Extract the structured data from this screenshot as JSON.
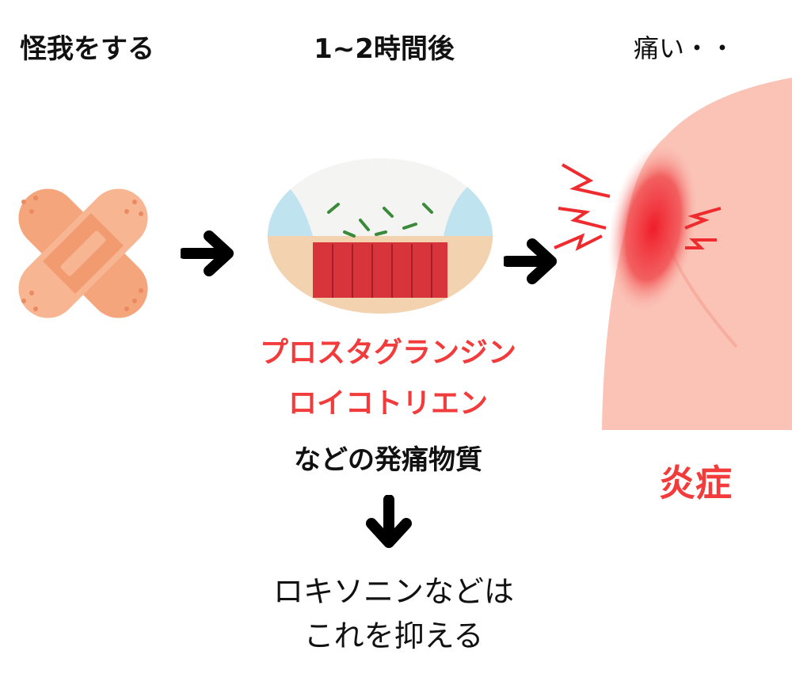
{
  "steps": {
    "injury_label": "怪我をする",
    "time_label": "1~2時間後",
    "pain_label": "痛い・・"
  },
  "substances": {
    "line1": "プロスタグランジン",
    "line2": "ロイコトリエン",
    "line3": "などの発痛物質"
  },
  "result_label": "炎症",
  "conclusion": {
    "line1": "ロキソニンなどは",
    "line2": "これを抑える"
  },
  "colors": {
    "accent_red": "#f23b3b",
    "text": "#111111",
    "skin": "#fbc3b6",
    "bandage": "#f6a77e"
  }
}
